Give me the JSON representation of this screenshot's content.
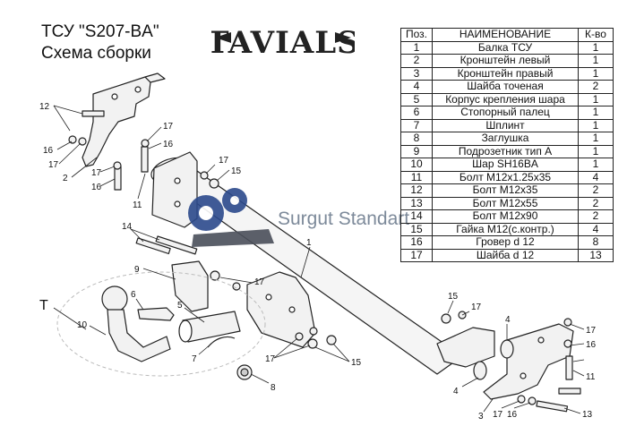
{
  "header": {
    "line1": "ТСУ  \"S207-BA\"",
    "line2": "Схема сборки"
  },
  "logo": {
    "text": "TAVIALS",
    "icon": "tavials-logo"
  },
  "watermark": {
    "text": "Surgut Standart",
    "icon": "gears-car-icon"
  },
  "parts_table": {
    "headers": [
      "Поз.",
      "НАИМЕНОВАНИЕ",
      "К-во"
    ],
    "rows": [
      [
        "1",
        "Балка ТСУ",
        "1"
      ],
      [
        "2",
        "Кронштейн левый",
        "1"
      ],
      [
        "3",
        "Кронштейн правый",
        "1"
      ],
      [
        "4",
        "Шайба точеная",
        "2"
      ],
      [
        "5",
        "Корпус крепления шара",
        "1"
      ],
      [
        "6",
        "Стопорный палец",
        "1"
      ],
      [
        "7",
        "Шплинт",
        "1"
      ],
      [
        "8",
        "Заглушка",
        "1"
      ],
      [
        "9",
        "Подрозетник тип А",
        "1"
      ],
      [
        "10",
        "Шар SH16BA",
        "1"
      ],
      [
        "11",
        "Болт М12х1.25х35",
        "4"
      ],
      [
        "12",
        "Болт М12х35",
        "2"
      ],
      [
        "13",
        "Болт М12х55",
        "2"
      ],
      [
        "14",
        "Болт М12х90",
        "2"
      ],
      [
        "15",
        "Гайка М12(с.контр.)",
        "4"
      ],
      [
        "16",
        "Гровер d 12",
        "8"
      ],
      [
        "17",
        "Шайба d 12",
        "13"
      ]
    ]
  },
  "callouts": {
    "c12a": "12",
    "c16a": "16",
    "c17a": "17",
    "c2": "2",
    "c17b": "17",
    "c16b": "16",
    "c16c": "16",
    "c17c": "17",
    "c17d": "17",
    "c16d": "16",
    "c11a": "11",
    "c17e": "17",
    "c15a": "15",
    "c1": "1",
    "c14": "14",
    "c9": "9",
    "c17f": "17",
    "cT": "T",
    "c6": "6",
    "c10": "10",
    "c5": "5",
    "c7": "7",
    "c8": "8",
    "c17g": "17",
    "c15b": "15",
    "c15c": "15",
    "c17h": "17",
    "c4a": "4",
    "c4b": "4",
    "c3": "3",
    "c17i": "17",
    "c16e": "16",
    "c17j": "17",
    "c16f": "16",
    "c11b": "11",
    "c13": "13"
  }
}
